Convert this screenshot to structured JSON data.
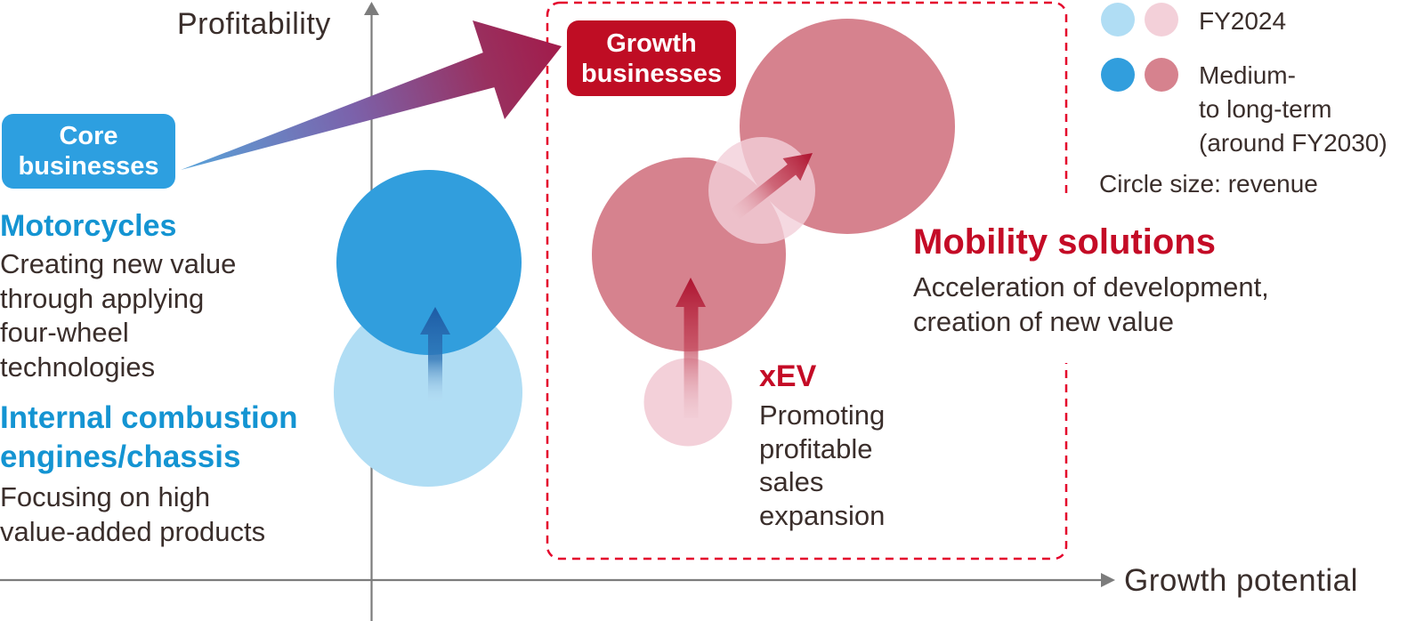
{
  "axes": {
    "y_label": "Profitability",
    "x_label": "Growth potential"
  },
  "labels": {
    "core": "Core\nbusinesses",
    "growth": "Growth\nbusinesses"
  },
  "sections": {
    "motorcycles": {
      "title": "Motorcycles",
      "desc": "Creating new value\nthrough applying\nfour-wheel\ntechnologies"
    },
    "ice": {
      "title": "Internal combustion\nengines/chassis",
      "desc": "Focusing on high\nvalue-added products"
    },
    "xev": {
      "title": "xEV",
      "desc": "Promoting\nprofitable\nsales\nexpansion"
    },
    "mobility": {
      "title": "Mobility solutions",
      "desc": "Acceleration of development,\ncreation of new value"
    }
  },
  "legend": {
    "fy2024": "FY2024",
    "medium_long_term": "Medium-\nto long-term\n(around FY2030)",
    "note": "Circle size: revenue"
  },
  "colors": {
    "ink": "#3a2e2b",
    "blue_heading": "#1494d2",
    "red_heading": "#c40b26",
    "core_box_bg": "#2d9fe0",
    "growth_box_bg": "#bf0d24",
    "dashed_border": "#e4002b",
    "axis_gray": "#7c7c7c",
    "bubble_light_blue": "#b0ddf4",
    "bubble_blue": "#319edd",
    "bubble_light_pink": "#f3d0d9",
    "bubble_pink": "#d6828e",
    "arrow_blue": "#1d5ba5",
    "arrow_red": "#ae1430",
    "gradient_arrow_start": "#58a4da",
    "gradient_arrow_end": "#a21b4a"
  },
  "bubbles": [
    {
      "business": "Motorcycles / Internal combustion engines-chassis",
      "period": "FY2024",
      "color": "#b0ddf4",
      "size": "large"
    },
    {
      "business": "Motorcycles / Internal combustion engines-chassis",
      "period": "around FY2030",
      "color": "#319edd",
      "size": "large"
    },
    {
      "business": "xEV",
      "period": "FY2024",
      "color": "#f3d0d9",
      "size": "small"
    },
    {
      "business": "xEV",
      "period": "around FY2030",
      "color": "#d6828e",
      "size": "medium"
    },
    {
      "business": "Mobility solutions",
      "period": "FY2024",
      "color": "#f3d0d9",
      "size": "medium"
    },
    {
      "business": "Mobility solutions",
      "period": "around FY2030",
      "color": "#d6828e",
      "size": "x-large"
    }
  ]
}
